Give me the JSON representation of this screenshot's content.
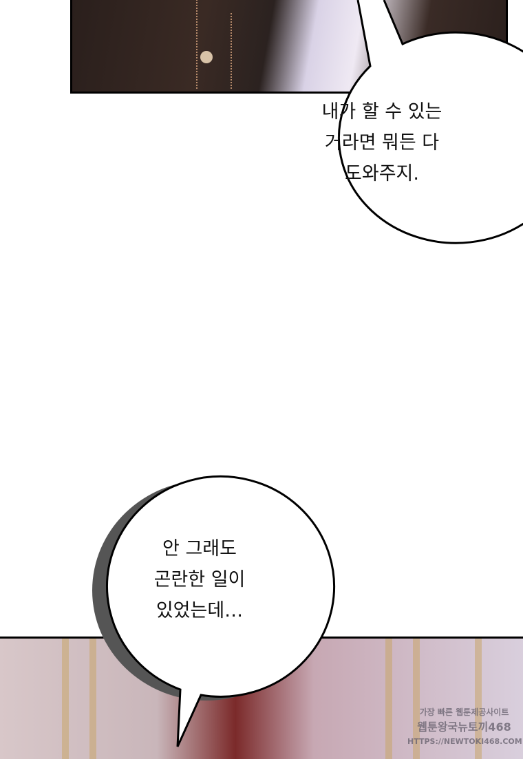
{
  "bubbles": [
    {
      "lines": [
        "내가 할 수 있는",
        "거라면 뭐든 다",
        "도와주지."
      ]
    },
    {
      "lines": [
        "안 그래도",
        "곤란한 일이",
        "있었는데…"
      ]
    }
  ],
  "watermark": {
    "line1": "가장 빠른 웹툰제공사이트",
    "line2": "웹툰왕국뉴토끼468",
    "line3": "HTTPS://NEWTOKI468.COM"
  }
}
